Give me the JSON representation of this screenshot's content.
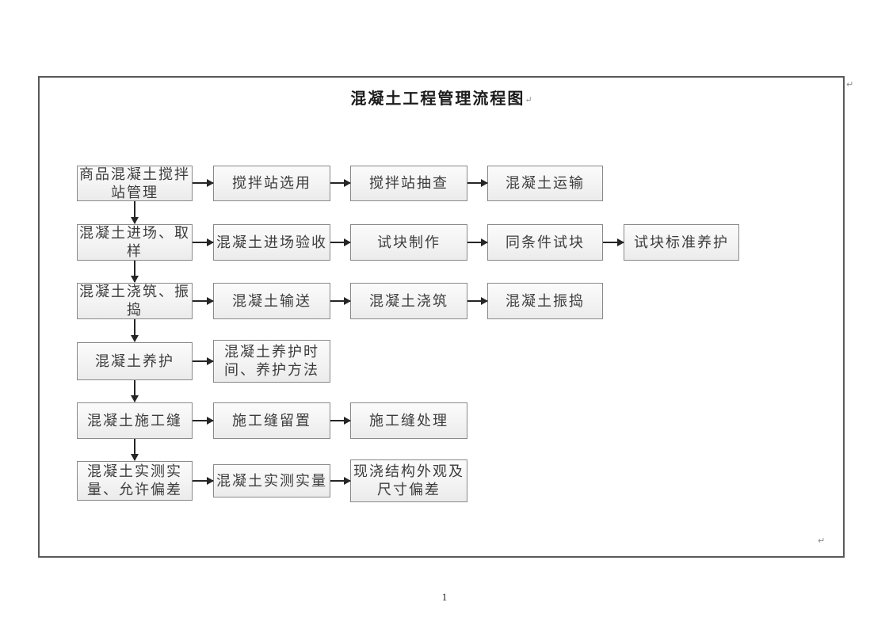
{
  "document": {
    "title": "混凝土工程管理流程图",
    "paragraph_mark": "↵",
    "page_number": "1"
  },
  "flow": {
    "boxes": [
      {
        "label": "商品混凝土搅拌\n站管理"
      },
      {
        "label": "搅拌站选用"
      },
      {
        "label": "搅拌站抽查"
      },
      {
        "label": "混凝土运输"
      },
      {
        "label": "混凝土进场、取\n样"
      },
      {
        "label": "混凝土进场验收"
      },
      {
        "label": "试块制作"
      },
      {
        "label": "同条件试块"
      },
      {
        "label": "试块标准养护"
      },
      {
        "label": "混凝土浇筑、振\n捣"
      },
      {
        "label": "混凝土输送"
      },
      {
        "label": "混凝土浇筑"
      },
      {
        "label": "混凝土振捣"
      },
      {
        "label": "混凝土养护"
      },
      {
        "label": "混凝土养护时\n间、养护方法"
      },
      {
        "label": "混凝土施工缝"
      },
      {
        "label": "施工缝留置"
      },
      {
        "label": "施工缝处理"
      },
      {
        "label": "混凝土实测实\n量、允许偏差"
      },
      {
        "label": "混凝土实测实量"
      },
      {
        "label": "现浇结构外观及\n尺寸偏差"
      }
    ],
    "colors": {
      "box_fill": "#f3f3f3",
      "box_border": "#898989",
      "arrow": "#262626",
      "page_border": "#595959",
      "text": "#3d3d3d"
    }
  }
}
